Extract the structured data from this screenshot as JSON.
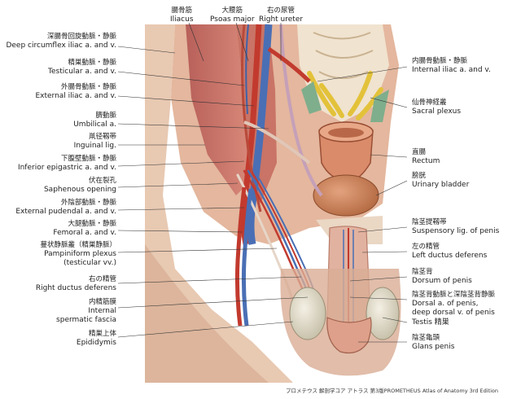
{
  "credit": "プロメテウス 解剖学コア アトラス 第3版PROMETHEUS Atlas of Anatomy 3rd Edition",
  "labels": {
    "iliacus": {
      "jp": "腸骨筋",
      "en": "Iliacus"
    },
    "psoas": {
      "jp": "大腰筋",
      "en": "Psoas major"
    },
    "ureter": {
      "jp": "右の尿管",
      "en": "Right ureter"
    },
    "deep_circ": {
      "jp": "深腸骨回旋動脈・静脈",
      "en": "Deep circumflex iliac a. and v."
    },
    "testicular": {
      "jp": "精巣動脈・静脈",
      "en": "Testicular a. and v."
    },
    "ext_iliac": {
      "jp": "外腸骨動脈・静脈",
      "en": "External iliac a. and v."
    },
    "umbilical": {
      "jp": "臍動脈",
      "en": "Umbilical a."
    },
    "inguinal": {
      "jp": "鼡径靱帯",
      "en": "Inguinal lig."
    },
    "inf_epig": {
      "jp": "下腹壁動脈・静脈",
      "en": "Inferior epigastric a. and v."
    },
    "saphenous": {
      "jp": "伏在裂孔",
      "en": "Saphenous opening"
    },
    "ext_pud": {
      "jp": "外陰部動脈・静脈",
      "en": "External pudendal a. and v."
    },
    "femoral": {
      "jp": "大腿動脈・静脈",
      "en": "Femoral a. and v."
    },
    "pampini": {
      "jp": "蔓状静脈叢（精巣静脈）",
      "en": "Pampiniform plexus",
      "en2": "(testicular vv.)"
    },
    "right_dd": {
      "jp": "右の精管",
      "en": "Right ductus deferens"
    },
    "int_sperm": {
      "jp": "内精筋膜",
      "en": "Internal",
      "en2": "spermatic fascia"
    },
    "epididymis": {
      "jp": "精巣上体",
      "en": "Epididymis"
    },
    "int_iliac": {
      "jp": "内腸骨動脈・静脈",
      "en": "Internal iliac a. and v."
    },
    "sacral": {
      "jp": "仙骨神経叢",
      "en": "Sacral plexus"
    },
    "rectum": {
      "jp": "直腸",
      "en": "Rectum"
    },
    "bladder": {
      "jp": "膀胱",
      "en": "Urinary bladder"
    },
    "suspensory": {
      "jp": "陰茎提靱帯",
      "en": "Suspensory lig. of penis"
    },
    "left_dd": {
      "jp": "左の精管",
      "en": "Left ductus deferens"
    },
    "dorsum": {
      "jp": "陰茎背",
      "en": "Dorsum of penis"
    },
    "dorsal_a": {
      "jp": "陰茎背動脈と深陰茎背静脈",
      "en": "Dorsal a. of penis,",
      "en2": "deep dorsal v. of penis"
    },
    "testis": {
      "en": "Testis 精巣"
    },
    "glans": {
      "jp": "陰茎亀頭",
      "en": "Glans penis"
    }
  }
}
